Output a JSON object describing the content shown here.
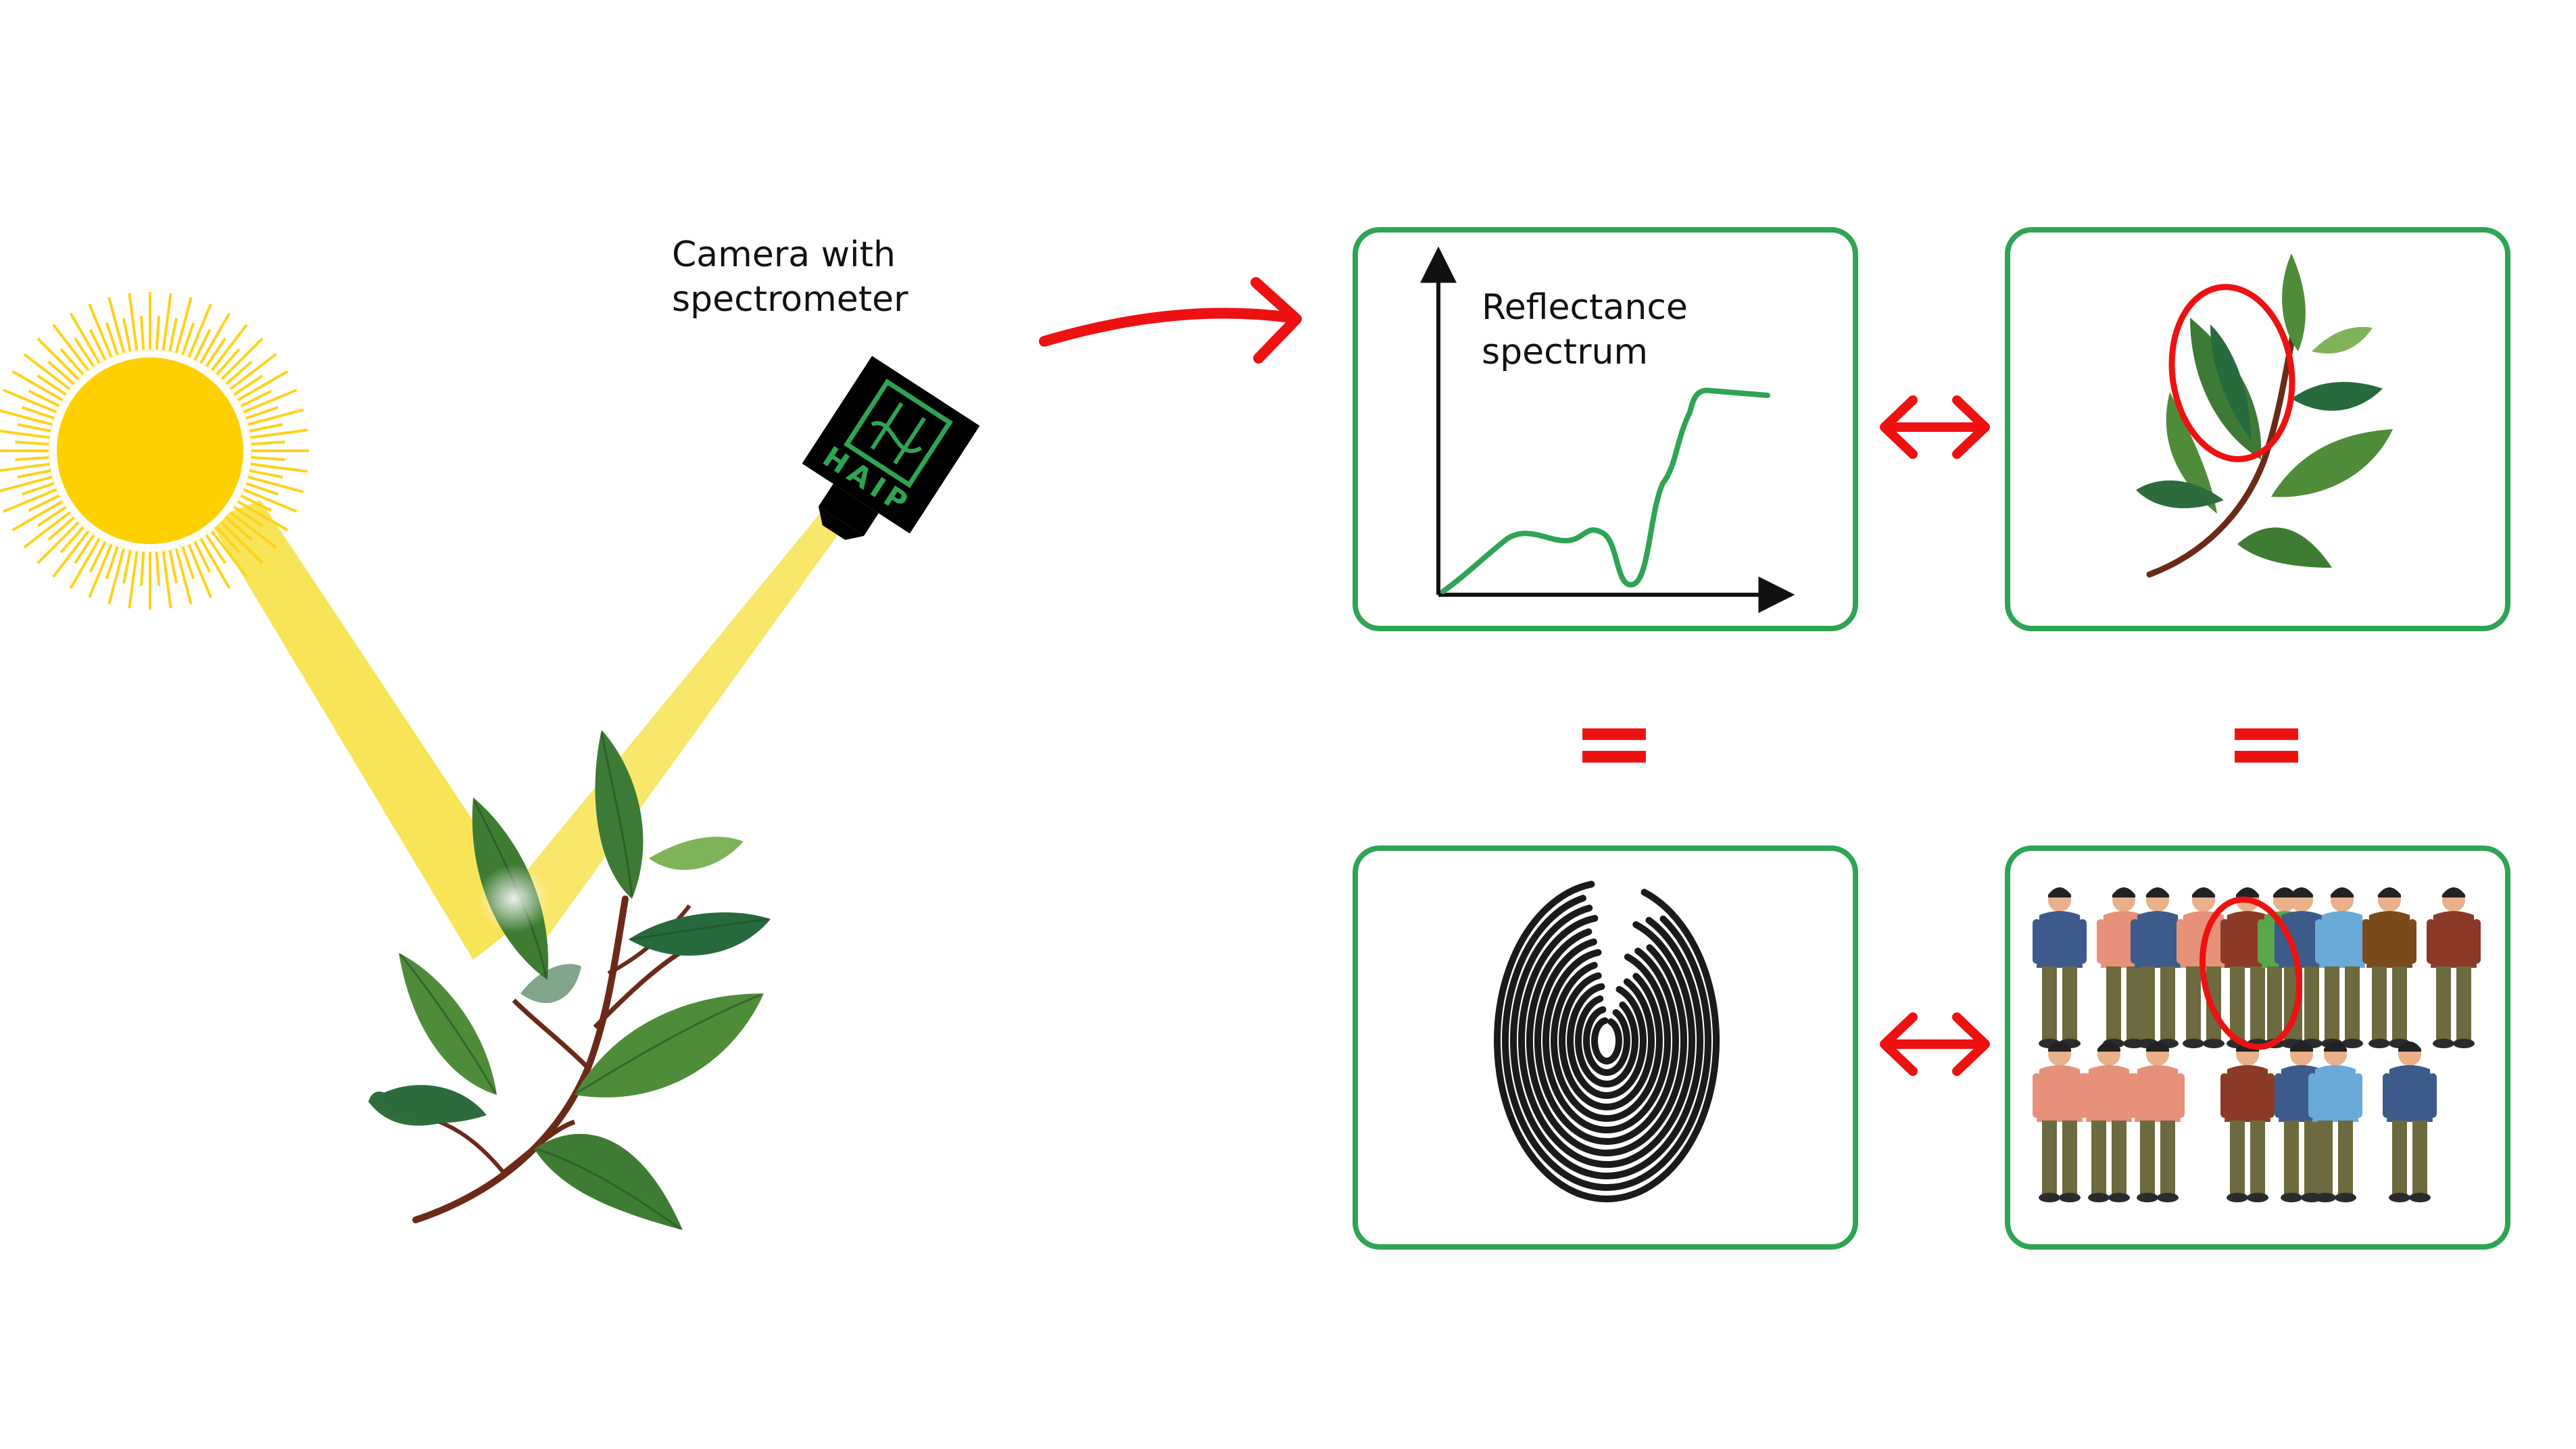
{
  "camera": {
    "label_line1": "Camera with",
    "label_line2": "spectrometer",
    "logo_text": "HAIP"
  },
  "panels": {
    "spectrum": {
      "label_line1": "Reflectance",
      "label_line2": "spectrum"
    }
  },
  "relations": {
    "equals_symbol": "="
  },
  "colors": {
    "panel_border": "#2ea454",
    "arrow": "#ee1111",
    "sun": "#ffd000",
    "beam": "#f6df3a",
    "leaf_dark": "#2e6b38",
    "leaf_mid": "#4a8a3c",
    "stem": "#6b2a18",
    "spectrum_line": "#2ea454"
  },
  "icons": [
    "sun-icon",
    "camera-icon",
    "plant-icon",
    "fingerprint-icon",
    "crowd-icon"
  ]
}
